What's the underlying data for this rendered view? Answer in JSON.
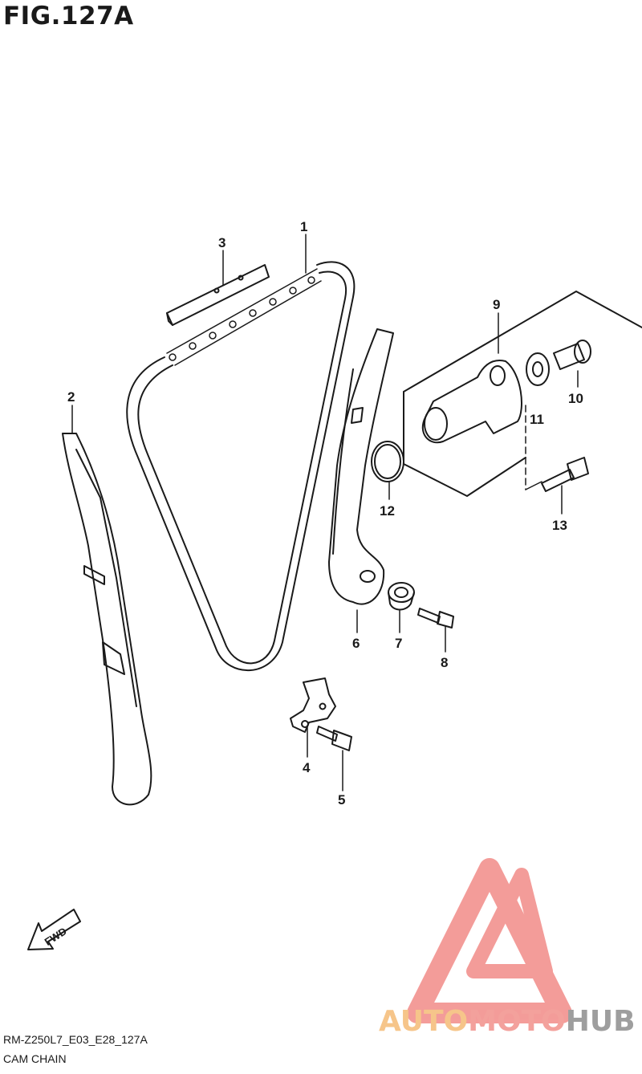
{
  "figure": {
    "title": "FIG.127A"
  },
  "callouts": [
    {
      "id": "1",
      "label": "1"
    },
    {
      "id": "2",
      "label": "2"
    },
    {
      "id": "3",
      "label": "3"
    },
    {
      "id": "4",
      "label": "4"
    },
    {
      "id": "5",
      "label": "5"
    },
    {
      "id": "6",
      "label": "6"
    },
    {
      "id": "7",
      "label": "7"
    },
    {
      "id": "8",
      "label": "8"
    },
    {
      "id": "9",
      "label": "9"
    },
    {
      "id": "10",
      "label": "10"
    },
    {
      "id": "11",
      "label": "11"
    },
    {
      "id": "12",
      "label": "12"
    },
    {
      "id": "13",
      "label": "13"
    }
  ],
  "direction_marker": {
    "label": "FWD"
  },
  "footer": {
    "code": "RM-Z250L7_E03_E28_127A",
    "name": "CAM CHAIN"
  },
  "watermark": {
    "part1": "AUTO",
    "part2": "MOTO",
    "part3": "HUB"
  },
  "colors": {
    "line": "#1a1a1a",
    "watermark_triangle": "#f07c78",
    "watermark_auto": "#f6c58a",
    "watermark_hub": "#9e9e9e"
  }
}
